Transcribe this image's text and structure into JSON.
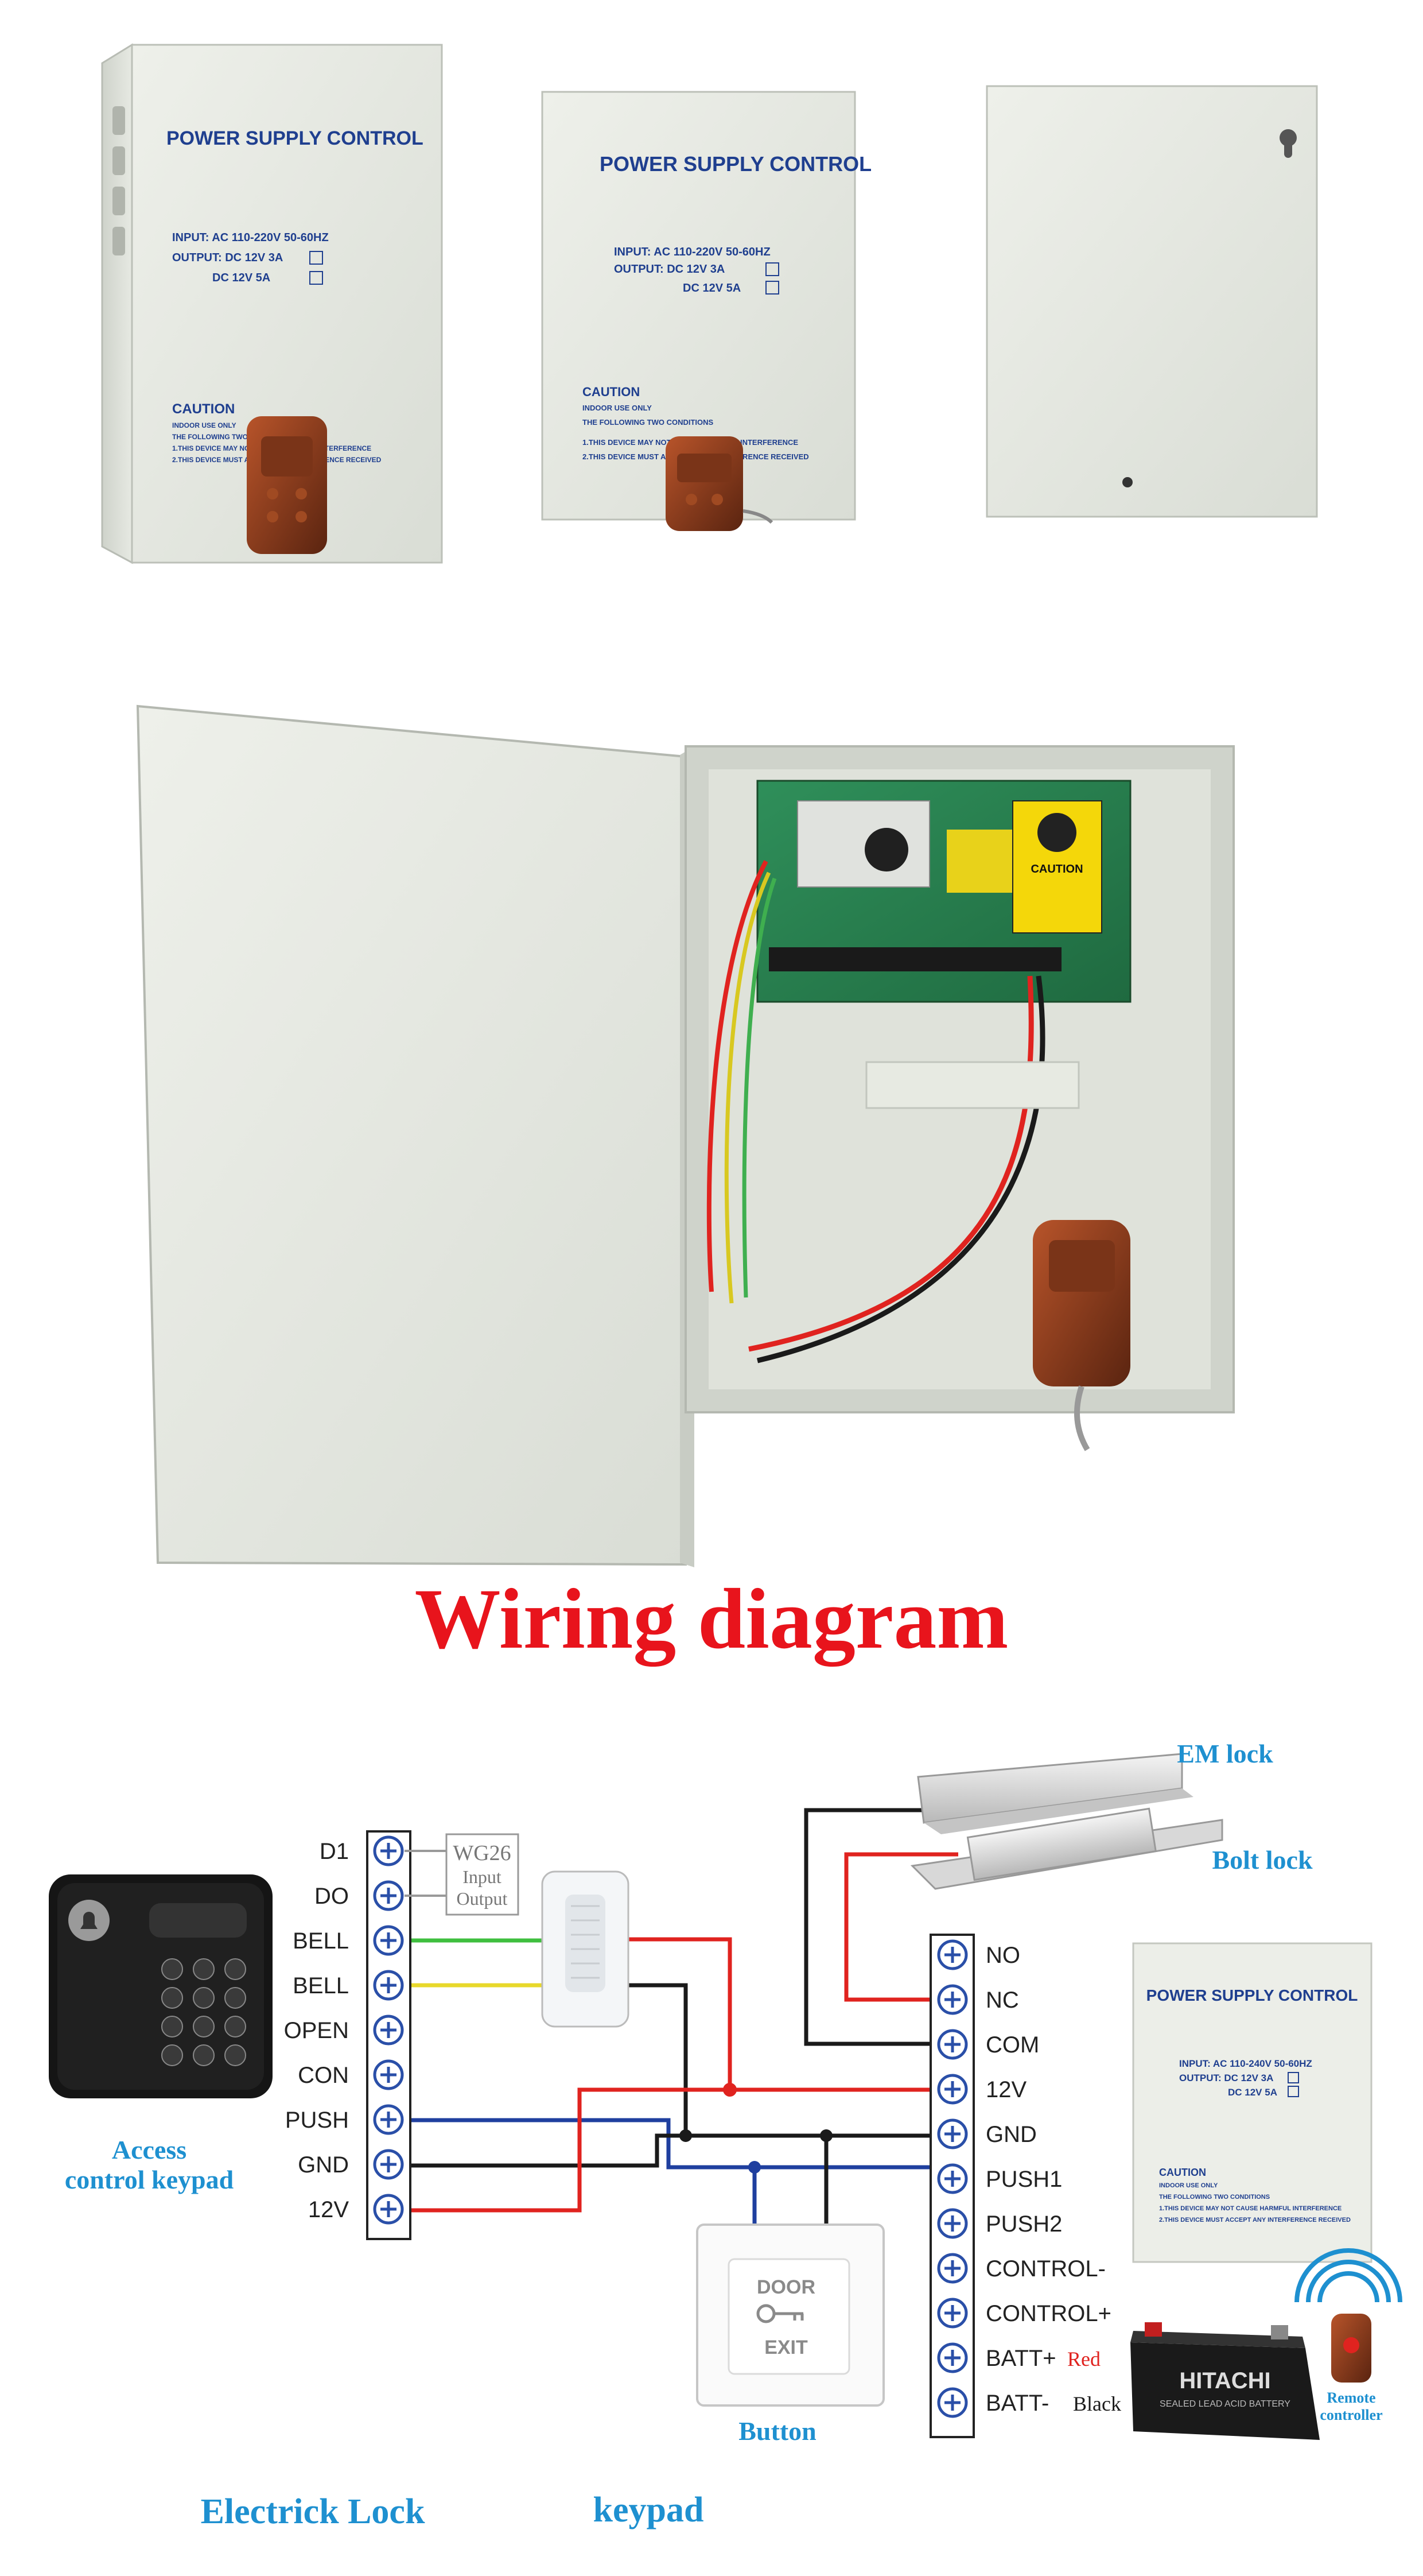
{
  "photo_boxes": {
    "label_title": "POWER SUPPLY CONTROL",
    "input_line": "INPUT:  AC  110-220V  50-60HZ",
    "output_line_1": "OUTPUT:  DC  12V 3A",
    "output_line_2": "DC  12V 5A",
    "caution_title": "CAUTION",
    "caution_line_1": "INDOOR USE ONLY",
    "caution_line_2": "THE FOLLOWING TWO CONDITIONS",
    "caution_line_3": "1.THIS DEVICE MAY NOT CAUSE HARMFUL INTERFERENCE",
    "caution_line_4": "2.THIS DEVICE MUST ACCEPT ANY INTERFERENCE RECEIVED"
  },
  "open_box": {
    "board_caution": "CAUTION"
  },
  "diagram": {
    "title": "Wiring diagram",
    "keypad_terminals": [
      "D1",
      "DO",
      "BELL",
      "BELL",
      "OPEN",
      "CON",
      "PUSH",
      "GND",
      "12V"
    ],
    "wg26": {
      "title": "WG26",
      "line1": "Input",
      "line2": "Output"
    },
    "keypad_caption_1": "Access",
    "keypad_caption_2": "control keypad",
    "supply_terminals": [
      "NO",
      "NC",
      "COM",
      "12V",
      "GND",
      "PUSH1",
      "PUSH2",
      "CONTROL-",
      "CONTROL+",
      "BATT+",
      "BATT-"
    ],
    "batt_plus_color": "Red",
    "batt_minus_color": "Black",
    "em_lock_label": "EM lock",
    "bolt_lock_label": "Bolt lock",
    "exit_button": {
      "line1": "DOOR",
      "line2": "EXIT",
      "caption": "Button"
    },
    "psu_label": {
      "title": "POWER SUPPLY CONTROL",
      "input_line": "INPUT:  AC  110-240V  50-60HZ",
      "output_line_1": "OUTPUT:  DC  12V 3A",
      "output_line_2": "DC  12V 5A",
      "caution_title": "CAUTION",
      "caution_line_1": "INDOOR USE ONLY",
      "caution_line_2": "THE FOLLOWING TWO CONDITIONS",
      "caution_line_3": "1.THIS DEVICE MAY NOT CAUSE HARMFUL INTERFERENCE",
      "caution_line_4": "2.THIS DEVICE MUST ACCEPT ANY INTERFERENCE RECEIVED"
    },
    "battery_brand": "HITACHI",
    "battery_sub": "SEALED LEAD ACID BATTERY",
    "remote_caption_1": "Remote",
    "remote_caption_2": "controller",
    "bottom_caption_left": "Electrick Lock",
    "bottom_caption_right": "keypad"
  },
  "colors": {
    "title_red": "#e8141c",
    "caption_blue": "#1e90d0",
    "label_blue": "#1f3f8f",
    "wire_red": "#e0231f",
    "wire_black": "#1a1a1a",
    "wire_blue": "#1f3f9f",
    "wire_green": "#3fbf3f",
    "wire_yellow": "#e8d82a",
    "box_body": "#e8ebe4"
  }
}
